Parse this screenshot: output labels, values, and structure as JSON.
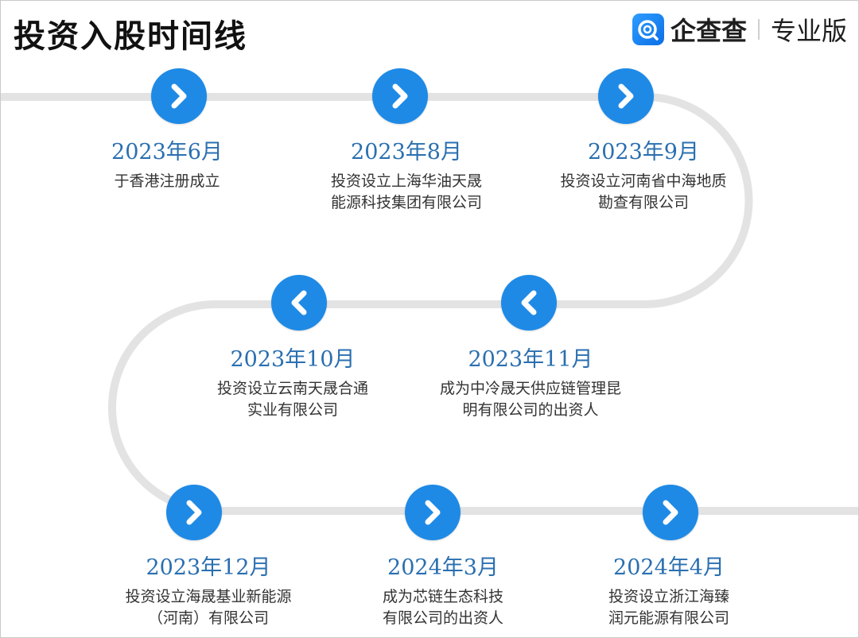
{
  "header": {
    "title": "投资入股时间线",
    "brand_name": "企查查",
    "brand_edition": "专业版"
  },
  "colors": {
    "node": "#1e8ae6",
    "track": "#e3e3e3",
    "date": "#2a6fb0",
    "desc": "#333333"
  },
  "events": [
    {
      "date": "2023年6月",
      "lines": [
        "于香港注册成立"
      ],
      "arrow": "right"
    },
    {
      "date": "2023年8月",
      "lines": [
        "投资设立上海华油天晟",
        "能源科技集团有限公司"
      ],
      "arrow": "right"
    },
    {
      "date": "2023年9月",
      "lines": [
        "投资设立河南省中海地质",
        "勘查有限公司"
      ],
      "arrow": "right"
    },
    {
      "date": "2023年10月",
      "lines": [
        "投资设立云南天晟合通",
        "实业有限公司"
      ],
      "arrow": "left"
    },
    {
      "date": "2023年11月",
      "lines": [
        "成为中冷晟天供应链管理昆",
        "明有限公司的出资人"
      ],
      "arrow": "left"
    },
    {
      "date": "2023年12月",
      "lines": [
        "投资设立海晟基业新能源",
        "（河南）有限公司"
      ],
      "arrow": "right"
    },
    {
      "date": "2024年3月",
      "lines": [
        "成为芯链生态科技",
        "有限公司的出资人"
      ],
      "arrow": "right"
    },
    {
      "date": "2024年4月",
      "lines": [
        "投资设立浙江海臻",
        "润元能源有限公司"
      ],
      "arrow": "right"
    }
  ]
}
